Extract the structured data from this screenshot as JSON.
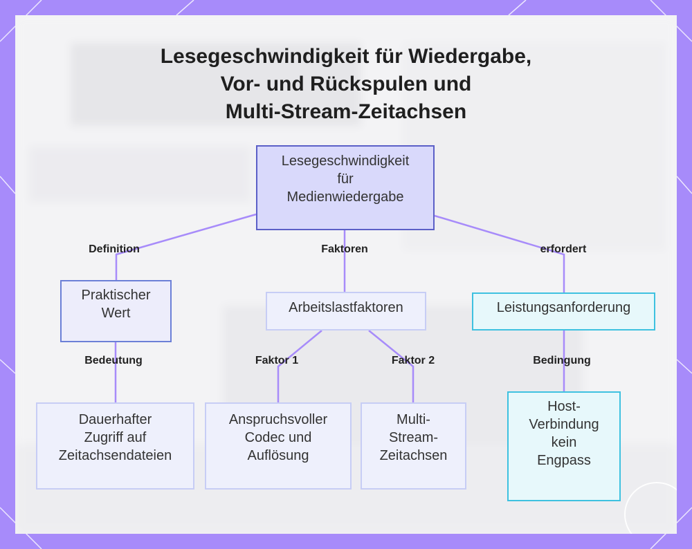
{
  "colors": {
    "frame": "#a78bfa",
    "edge": "#a78bfa",
    "root_fill": "#d9d9fb",
    "root_border": "#5b5fc7",
    "left_fill": "#ededfb",
    "left_border": "#6b7fd7",
    "mid_fill": "#eef0fc",
    "mid_border": "#c7cdf5",
    "right_fill": "#e7f8fb",
    "right_border": "#3ec1e0"
  },
  "title": {
    "line1": "Lesegeschwindigkeit für Wiedergabe,",
    "line2": "Vor- und Rückspulen und",
    "line3": "Multi-Stream-Zeitachsen"
  },
  "nodes": {
    "root": [
      "Lesegeschwindigkeit",
      "für",
      "Medienwiedergabe"
    ],
    "practical_value": [
      "Praktischer",
      "Wert"
    ],
    "workload_factors": [
      "Arbeitslastfaktoren"
    ],
    "performance_requirement": [
      "Leistungsanforderung"
    ],
    "timeline_access": [
      "Dauerhafter",
      "Zugriff auf",
      "Zeitachsendateien"
    ],
    "codec": [
      "Anspruchsvoller",
      "Codec und",
      "Auflösung"
    ],
    "multistream": [
      "Multi-",
      "Stream-",
      "Zeitachsen"
    ],
    "host": [
      "Host-",
      "Verbindung",
      "kein",
      "Engpass"
    ]
  },
  "edges": {
    "definition": "Definition",
    "factors": "Faktoren",
    "requires": "erfordert",
    "meaning": "Bedeutung",
    "factor1": "Faktor 1",
    "factor2": "Faktor 2",
    "condition": "Bedingung"
  },
  "icons": {
    "watermark": "film-badge-icon"
  }
}
